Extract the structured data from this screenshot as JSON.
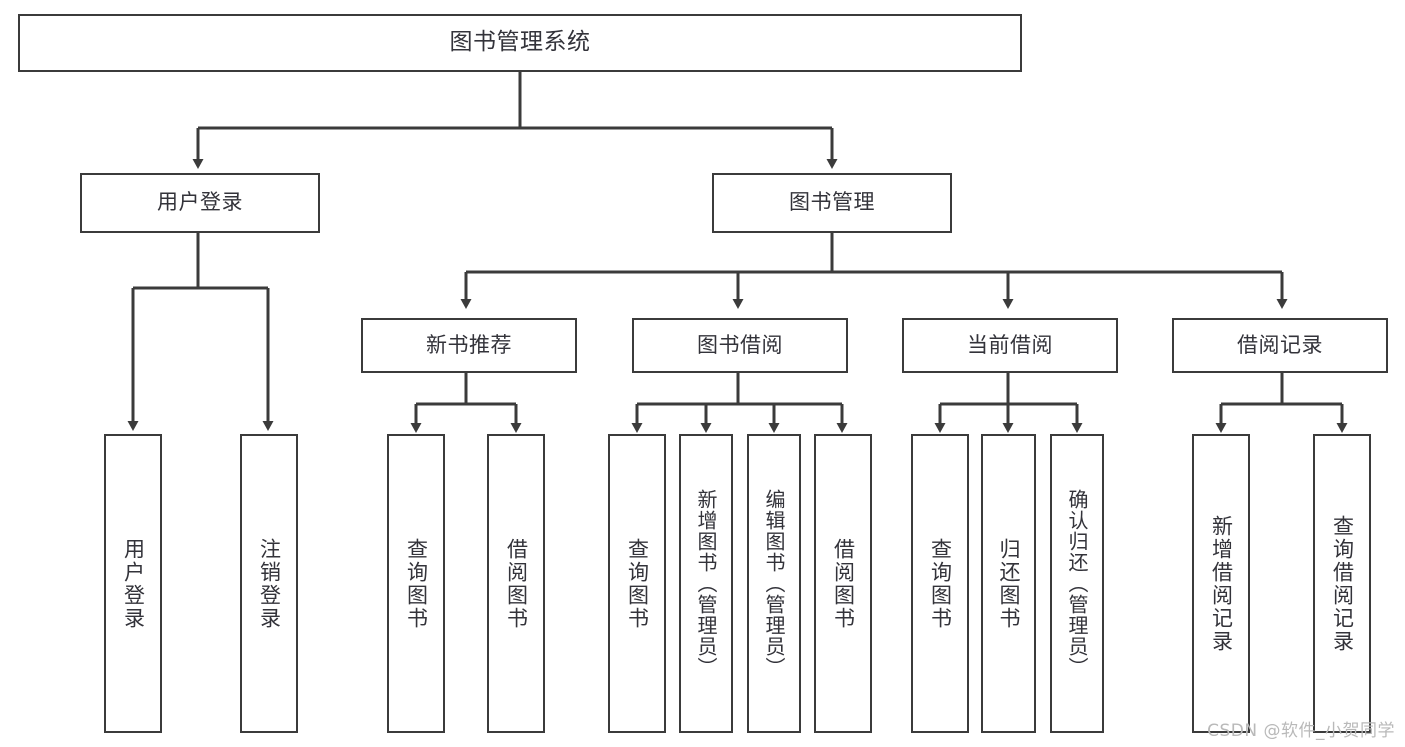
{
  "diagram": {
    "type": "hierarchy-tree",
    "title": "图书管理系统",
    "watermark": "CSDN @软件_小贺同学",
    "colors": {
      "stroke": "#3b3b3b",
      "text": "#33333a",
      "background": "#ffffff",
      "watermark": "#b9b9b9"
    },
    "levels": {
      "root": {
        "label": "图书管理系统"
      },
      "level2": [
        {
          "label": "用户登录"
        },
        {
          "label": "图书管理"
        }
      ],
      "level3": [
        {
          "label": "新书推荐"
        },
        {
          "label": "图书借阅"
        },
        {
          "label": "当前借阅"
        },
        {
          "label": "借阅记录"
        }
      ],
      "leaves": {
        "user_login": [
          {
            "label": "用户登录"
          },
          {
            "label": "注销登录"
          }
        ],
        "new_book_recommend": [
          {
            "label": "查询图书"
          },
          {
            "label": "借阅图书"
          }
        ],
        "book_borrow": [
          {
            "label": "查询图书"
          },
          {
            "label": "新增图书（管理员）"
          },
          {
            "label": "编辑图书（管理员）"
          },
          {
            "label": "借阅图书"
          }
        ],
        "current_borrow": [
          {
            "label": "查询图书"
          },
          {
            "label": "归还图书"
          },
          {
            "label": "确认归还（管理员）"
          }
        ],
        "borrow_record": [
          {
            "label": "新增借阅记录"
          },
          {
            "label": "查询借阅记录"
          }
        ]
      }
    }
  }
}
